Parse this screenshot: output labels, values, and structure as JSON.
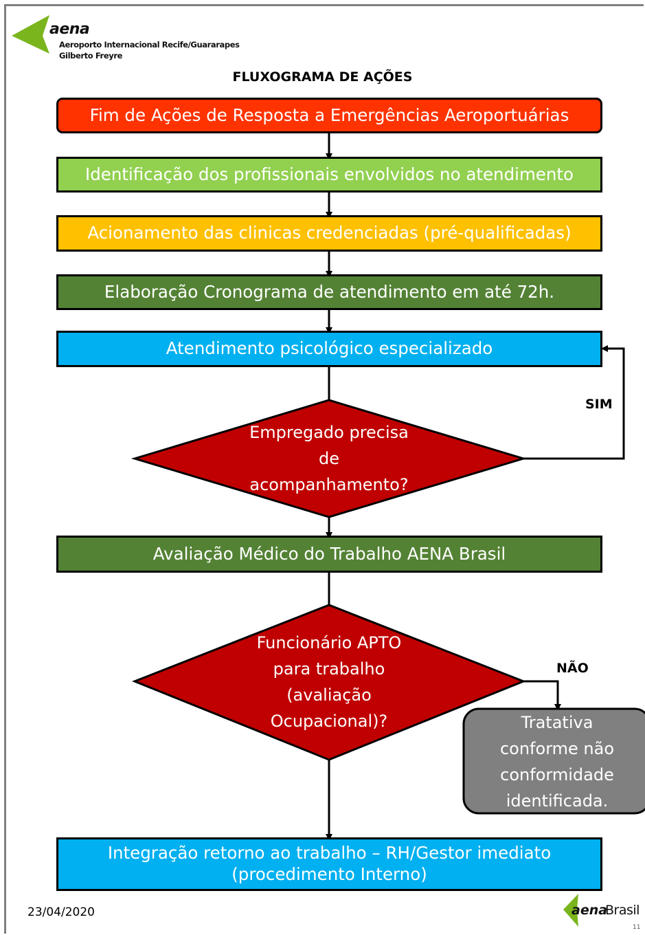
{
  "header": {
    "brand": "aena",
    "airport_line1": "Aeroporto Internacional Recife/Guararapes",
    "airport_line2": "Gilberto Freyre",
    "title": "FLUXOGRAMA DE AÇÕES"
  },
  "steps": [
    {
      "label": "Fim de Ações de Resposta a Emergências Aeroportuárias",
      "color": "#ff3300"
    },
    {
      "label": "Identificação dos profissionais envolvidos no atendimento",
      "color": "#92d050"
    },
    {
      "label": "Acionamento das clinicas credenciadas (pré-qualificadas)",
      "color": "#ffc000"
    },
    {
      "label": "Elaboração Cronograma de atendimento em até 72h.",
      "color": "#548235"
    },
    {
      "label": "Atendimento psicológico especializado",
      "color": "#00b0f0"
    },
    {
      "label": "Avaliação Médico do Trabalho AENA Brasil",
      "color": "#548235"
    },
    {
      "label_line1": "Integração retorno ao trabalho – RH/Gestor imediato",
      "label_line2": "(procedimento Interno)",
      "color": "#00b0f0"
    }
  ],
  "decisions": [
    {
      "lines": [
        "Empregado precisa",
        "de",
        "acompanhamento?"
      ],
      "color": "#c00000"
    },
    {
      "lines": [
        "Funcionário APTO",
        "para trabalho",
        "(avaliação",
        "Ocupacional)?"
      ],
      "color": "#c00000"
    }
  ],
  "branch_labels": {
    "yes": "SIM",
    "no": "NÃO"
  },
  "nonconformity": {
    "lines": [
      "Tratativa",
      "conforme não",
      "conformidade",
      "identificada."
    ],
    "color": "#808080"
  },
  "footer": {
    "date": "23/04/2020",
    "brand": "aena",
    "brand_suffix": "Brasil",
    "page": "11"
  },
  "colors": {
    "logo_green": "#7ab51d",
    "connector": "#000000"
  }
}
